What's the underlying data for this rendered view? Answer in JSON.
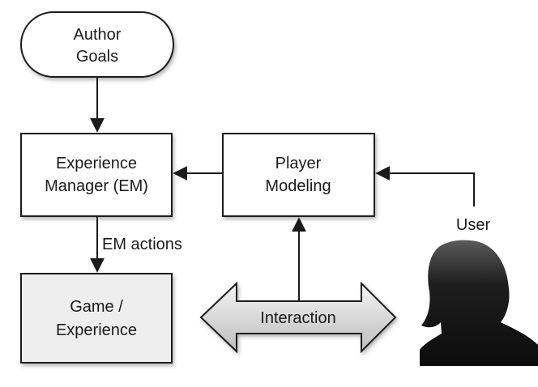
{
  "nodes": {
    "author_goals": {
      "line1": "Author",
      "line2": "Goals"
    },
    "experience_manager": {
      "line1": "Experience",
      "line2": "Manager (EM)"
    },
    "player_modeling": {
      "line1": "Player",
      "line2": "Modeling"
    },
    "game_experience": {
      "line1": "Game /",
      "line2": "Experience"
    }
  },
  "edges": {
    "em_actions": "EM actions",
    "user": "User",
    "interaction": "Interaction"
  },
  "colors": {
    "stroke": "#1a1a1a",
    "box_fill": "#ffffff",
    "game_fill": "#eeeeee",
    "interaction_fill_light": "#f4f4f4",
    "interaction_fill_dark": "#bdbdbd",
    "user_silhouette": "#1e1e1e"
  },
  "icons": {
    "user": "user-silhouette-icon"
  }
}
